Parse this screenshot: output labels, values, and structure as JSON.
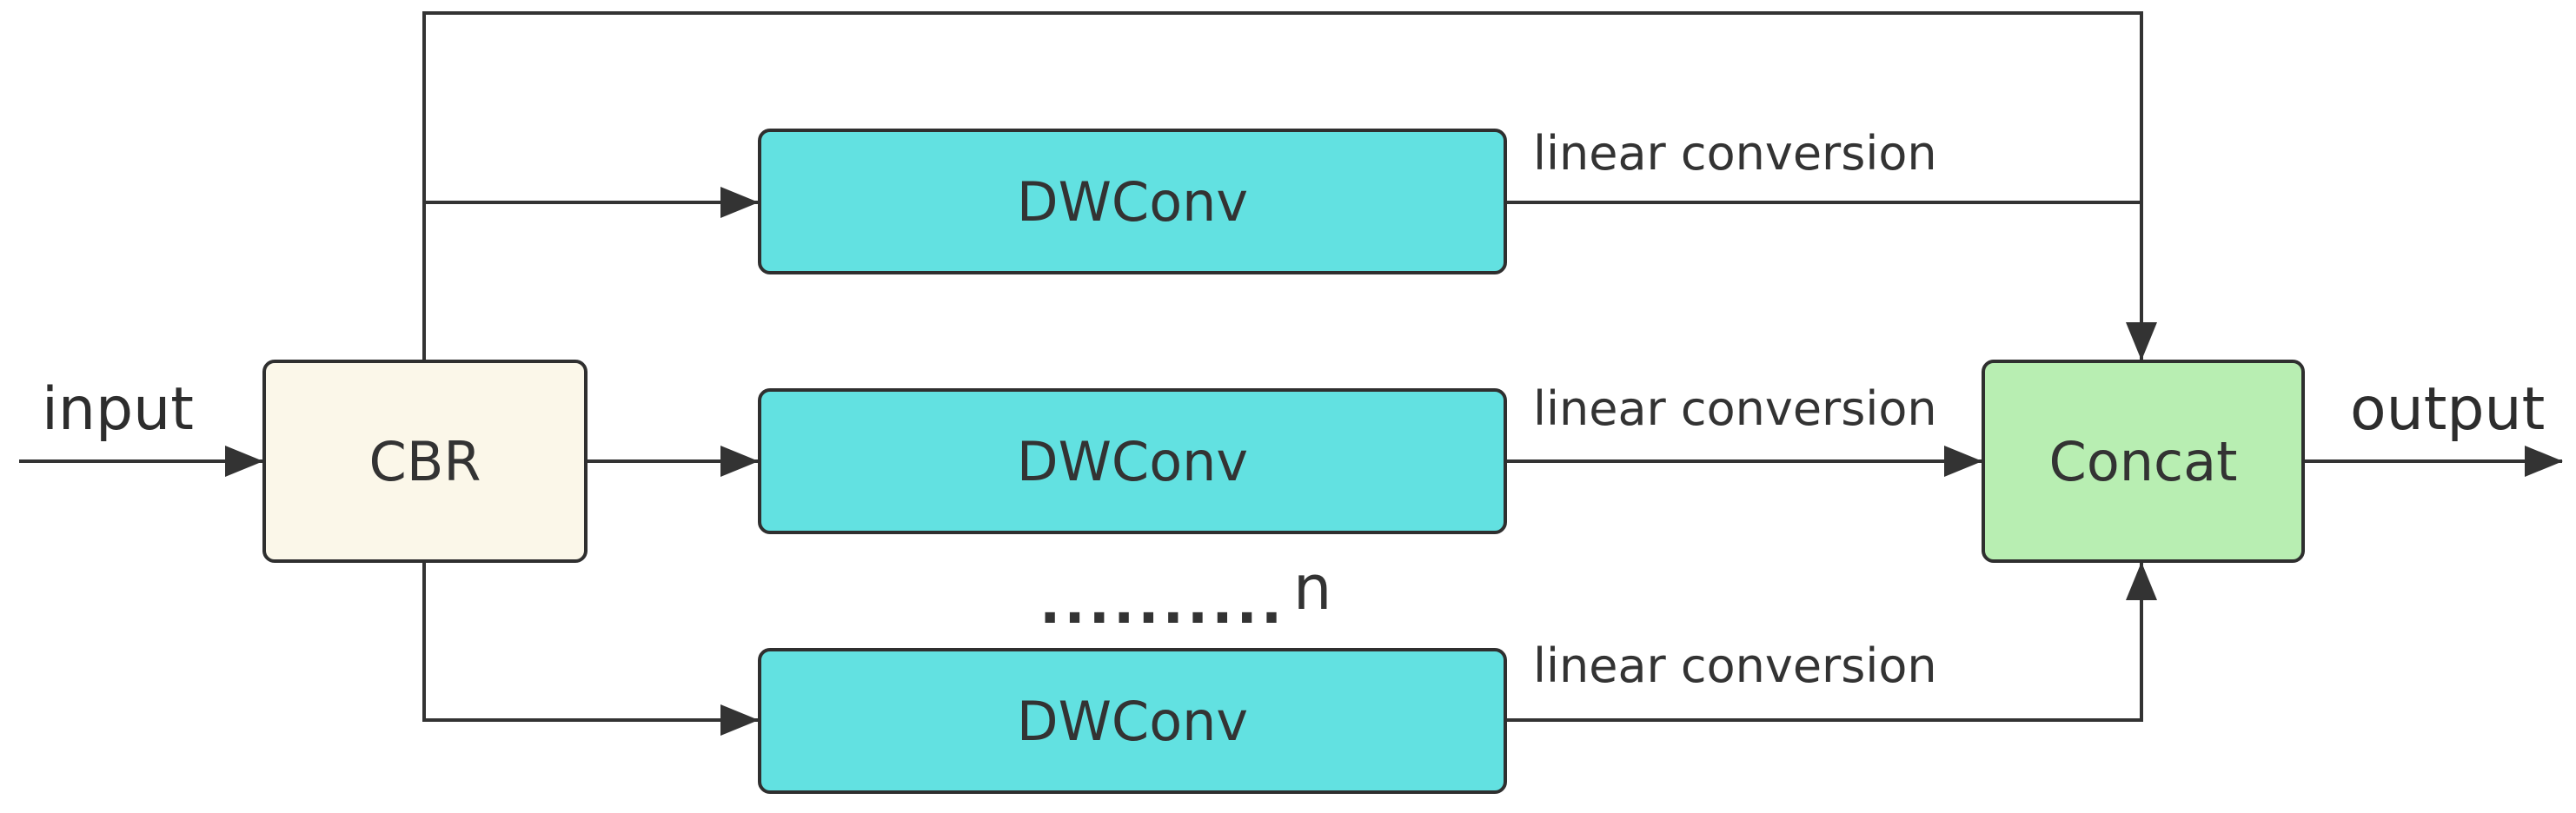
{
  "diagram": {
    "input_label": "input",
    "output_label": "output",
    "cbr": {
      "label": "CBR",
      "fill": "#fbf7e9"
    },
    "concat": {
      "label": "Concat",
      "fill": "#b8eeb2"
    },
    "dwconv": [
      {
        "label": "DWConv",
        "edge_label": "linear conversion"
      },
      {
        "label": "DWConv",
        "edge_label": "linear conversion"
      },
      {
        "label": "DWConv",
        "edge_label": "linear conversion"
      }
    ],
    "dwconv_fill": "#62e1e1",
    "ellipsis": "..........",
    "repeat_label": "n",
    "line_color": "#333333"
  }
}
